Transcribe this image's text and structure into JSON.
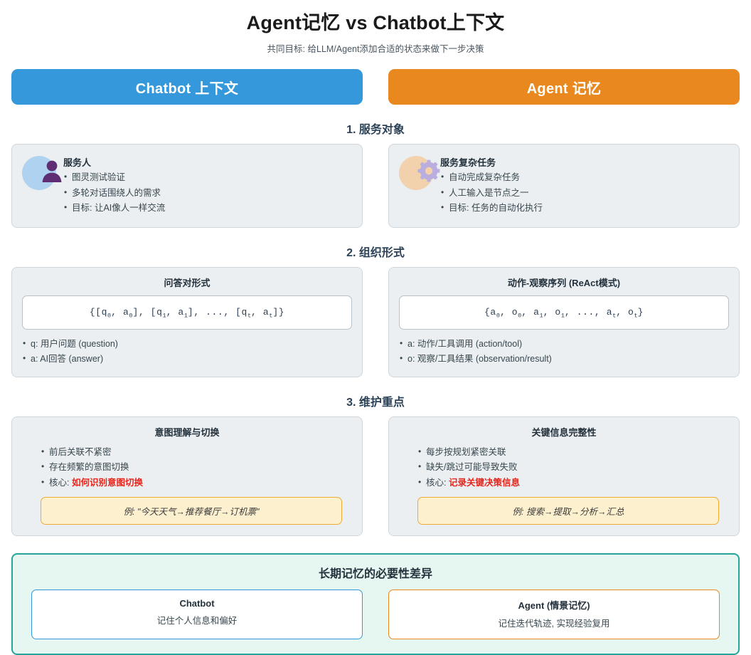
{
  "header": {
    "title": "Agent记忆 vs Chatbot上下文",
    "subtitle": "共同目标: 给LLM/Agent添加合适的状态来做下一步决策"
  },
  "colors": {
    "chatbot_accent": "#3498db",
    "agent_accent": "#e8881e",
    "emphasis_red": "#e8231a",
    "example_border": "#eeab33",
    "example_fill": "#fdf0cf",
    "panel_border": "#26a69a",
    "panel_fill": "#e6f6f1",
    "card_fill": "#eceff1"
  },
  "columns": {
    "left_label": "Chatbot 上下文",
    "right_label": "Agent 记忆"
  },
  "sections": [
    {
      "heading": "1. 服务对象",
      "left": {
        "icon": "person-icon",
        "title": "服务人",
        "bullets": [
          "图灵测试验证",
          "多轮对话围绕人的需求",
          "目标: 让AI像人一样交流"
        ]
      },
      "right": {
        "icon": "gear-icon",
        "title": "服务复杂任务",
        "bullets": [
          "自动完成复杂任务",
          "人工输入是节点之一",
          "目标: 任务的自动化执行"
        ]
      }
    },
    {
      "heading": "2. 组织形式",
      "left": {
        "title": "问答对形式",
        "formula_parts": [
          "{[q",
          "0",
          ", a",
          "0",
          "], [q",
          "1",
          ", a",
          "1",
          "], ..., [q",
          "t",
          ", a",
          "t",
          "]}"
        ],
        "formula_plain": "{[q0, a0], [q1, a1], ..., [qt, at]}",
        "bullets": [
          "q: 用户问题 (question)",
          "a: AI回答 (answer)"
        ]
      },
      "right": {
        "title": "动作-观察序列 (ReAct模式)",
        "formula_parts": [
          "{a",
          "0",
          ", o",
          "0",
          ", a",
          "1",
          ", o",
          "1",
          ", ..., a",
          "t",
          ", o",
          "t",
          "}"
        ],
        "formula_plain": "{a0, o0, a1, o1, ..., at, ot}",
        "bullets": [
          "a: 动作/工具调用 (action/tool)",
          "o: 观察/工具结果 (observation/result)"
        ]
      }
    },
    {
      "heading": "3. 维护重点",
      "left": {
        "title": "意图理解与切换",
        "bullets": [
          "前后关联不紧密",
          "存在频繁的意图切换"
        ],
        "core_label": "核心: ",
        "core_value": "如何识别意图切换",
        "example": "例: \"今天天气→推荐餐厅→订机票\""
      },
      "right": {
        "title": "关键信息完整性",
        "bullets": [
          "每步按规划紧密关联",
          "缺失/跳过可能导致失败"
        ],
        "core_label": "核心: ",
        "core_value": "记录关键决策信息",
        "example": "例: 搜索→提取→分析→汇总"
      }
    }
  ],
  "bottom": {
    "title": "长期记忆的必要性差异",
    "left": {
      "title": "Chatbot",
      "desc": "记住个人信息和偏好"
    },
    "right": {
      "title": "Agent (情景记忆)",
      "desc": "记住迭代轨迹, 实现经验复用"
    }
  }
}
